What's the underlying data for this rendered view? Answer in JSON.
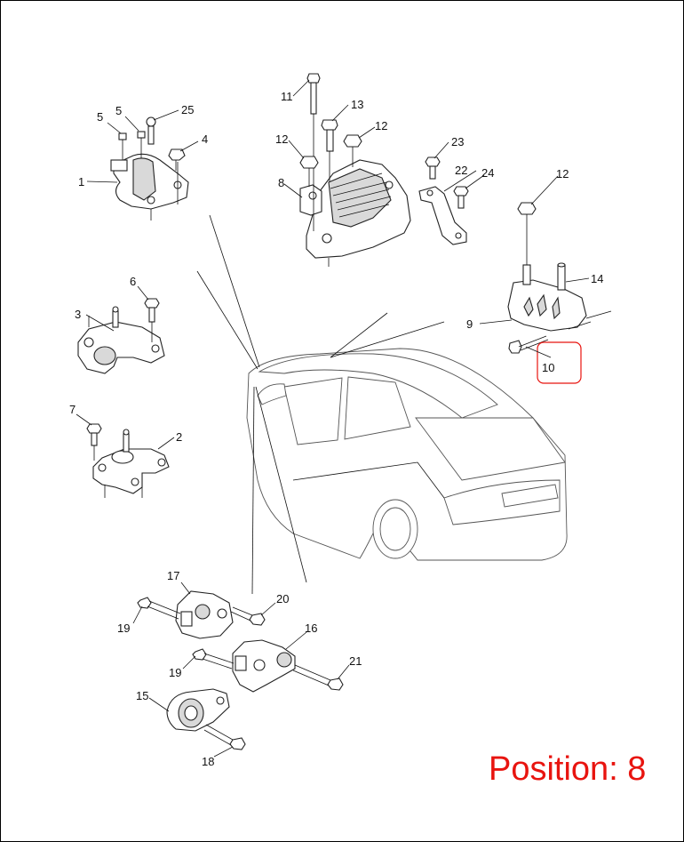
{
  "callouts": {
    "c1": "1",
    "c2": "2",
    "c3": "3",
    "c4": "4",
    "c5a": "5",
    "c5b": "5",
    "c6": "6",
    "c7": "7",
    "c8": "8",
    "c9": "9",
    "c10": "10",
    "c11": "11",
    "c12a": "12",
    "c12b": "12",
    "c12c": "12",
    "c13": "13",
    "c14": "14",
    "c15": "15",
    "c16": "16",
    "c17": "17",
    "c18": "18",
    "c19a": "19",
    "c19b": "19",
    "c20": "20",
    "c21": "21",
    "c22": "22",
    "c23": "23",
    "c24": "24",
    "c25": "25"
  },
  "position_label": "Position: 8",
  "highlight_color": "#e8140f"
}
